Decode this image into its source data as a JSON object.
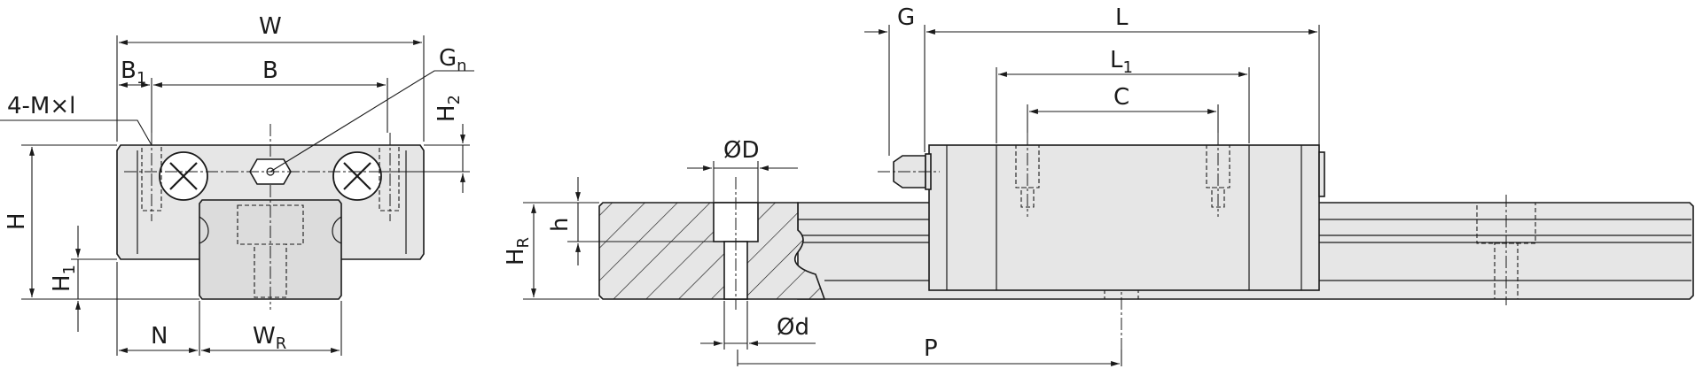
{
  "labels": {
    "W": "W",
    "B1": "B",
    "B1_sub": "1",
    "B": "B",
    "Gn": "G",
    "Gn_sub": "n",
    "M": "4-M×l",
    "H2": "H",
    "H2_sub": "2",
    "H": "H",
    "H1": "H",
    "H1_sub": "1",
    "N": "N",
    "WR": "W",
    "WR_sub": "R",
    "G": "G",
    "L": "L",
    "L1": "L",
    "L1_sub": "1",
    "C": "C",
    "D": "ØD",
    "h": "h",
    "HR": "H",
    "HR_sub": "R",
    "d": "Ød",
    "P": "P"
  }
}
